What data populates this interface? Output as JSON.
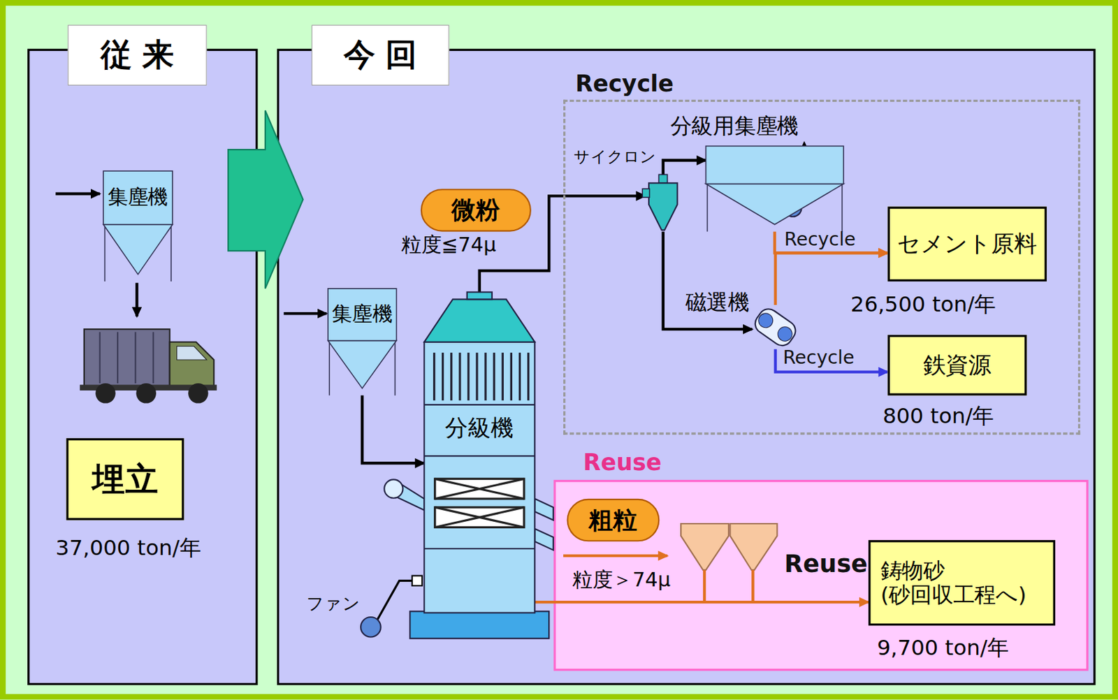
{
  "diagram": {
    "nodes": [
      {
        "text": [
          "従 来"
        ]
      },
      {
        "text": [
          "集塵機"
        ],
        "in": 0
      },
      {
        "text": [
          "埋立"
        ],
        "in": 0
      },
      {
        "text": [
          "今 回"
        ]
      },
      {
        "text": [
          "微粉"
        ],
        "in": 3
      },
      {
        "text": [
          "集塵機"
        ],
        "in": 3
      },
      {
        "text": [
          "分級機"
        ],
        "in": 3
      },
      {
        "text": [
          "Recycle"
        ],
        "in": 3
      },
      {
        "text": [
          "サイクロン"
        ],
        "in": 7
      },
      {
        "text": [
          "分級用集塵機"
        ],
        "in": 7
      },
      {
        "text": [
          "磁選機"
        ],
        "in": 7
      },
      {
        "text": [
          "セメント原料"
        ],
        "in": 7
      },
      {
        "text": [
          "鉄資源"
        ],
        "in": 7
      },
      {
        "text": [
          "Reuse"
        ],
        "in": 3
      },
      {
        "text": [
          "粗粒"
        ],
        "in": 13
      },
      {
        "text": [
          "鋳物砂 (砂回収工程へ)"
        ],
        "in": 13
      }
    ],
    "edges": [
      {
        "from": 5,
        "to": 6,
        "arrow": "to"
      },
      {
        "from": 6,
        "to": 8,
        "arrow": "to"
      },
      {
        "from": 8,
        "to": 9,
        "arrow": "to"
      },
      {
        "from": 8,
        "to": 10,
        "arrow": "to"
      },
      {
        "from": 9,
        "to": 11,
        "arrow": "to",
        "label": "Recycle"
      },
      {
        "from": 10,
        "to": 11,
        "arrow": "to"
      },
      {
        "from": 10,
        "to": 12,
        "arrow": "to",
        "label": "Recycle"
      },
      {
        "from": 6,
        "to": 15,
        "arrow": "to",
        "label": "Reuse"
      }
    ],
    "labels": [
      "37,000 ton/年",
      "粒度≦74μ",
      "26,500 ton/年",
      "800 ton/年",
      "粒度＞74μ",
      "9,700 ton/年",
      "ファン"
    ]
  }
}
